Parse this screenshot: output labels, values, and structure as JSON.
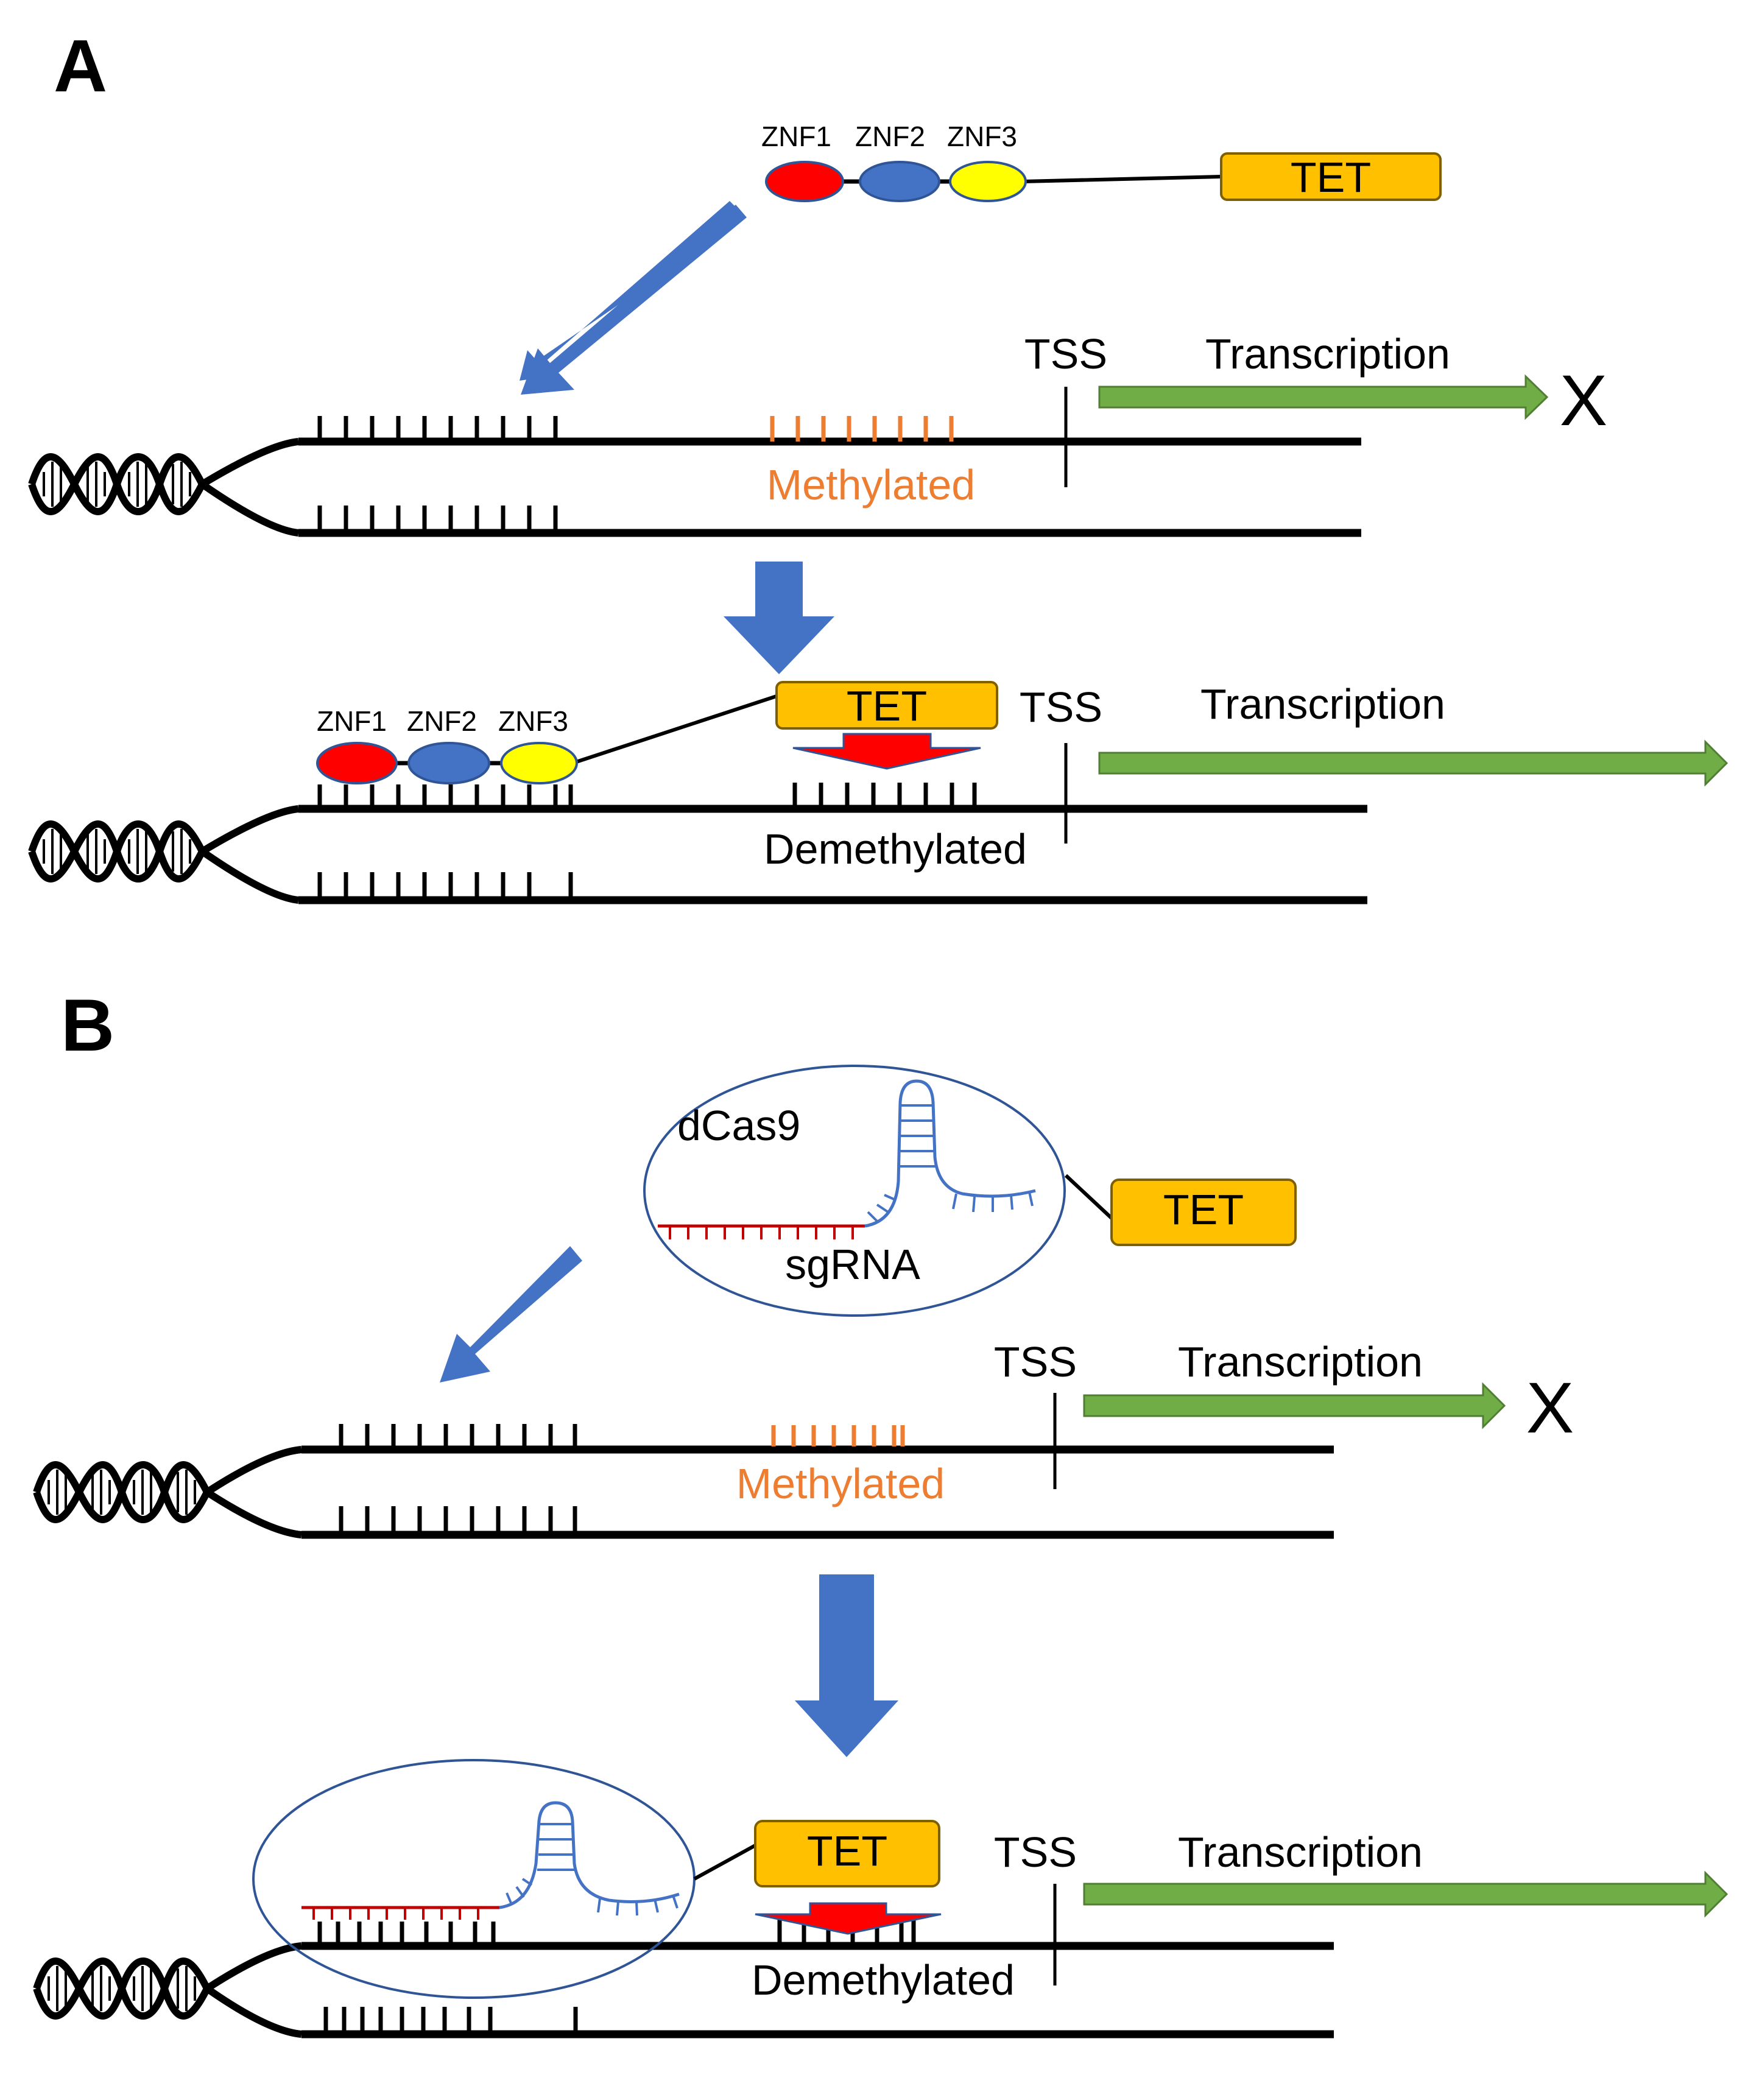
{
  "panels": {
    "a": {
      "letter": "A",
      "znf_labels": [
        "ZNF1",
        "ZNF2",
        "ZNF3"
      ],
      "tet": "TET",
      "tss": "TSS",
      "transcription": "Transcription",
      "blocked": "X",
      "methylated": "Methylated",
      "demethylated": "Demethylated"
    },
    "b": {
      "letter": "B",
      "dcas9": "dCas9",
      "sgrna": "sgRNA",
      "tet": "TET",
      "tss": "TSS",
      "transcription": "Transcription",
      "blocked": "X",
      "methylated": "Methylated",
      "demethylated": "Demethylated"
    }
  },
  "colors": {
    "znf1": "#ff0000",
    "znf2": "#4472c4",
    "znf3": "#ffff00",
    "tet_box": "#ffc000",
    "tet_border": "#7f6000",
    "arrow_blue": "#4472c4",
    "arrow_red": "#ff0000",
    "transcription_arrow": "#70ad47",
    "methylated_text": "#ed7d31",
    "methyl_ticks": "#ed7d31",
    "sgrna_guide": "#c00000",
    "sgrna_scaffold": "#4472c4",
    "dcas9_outline": "#2f5597",
    "dna": "#000000"
  },
  "icons": [
    "dna-helix-icon",
    "blue-arrow-icon",
    "red-arrow-icon",
    "transcription-arrow-icon"
  ]
}
